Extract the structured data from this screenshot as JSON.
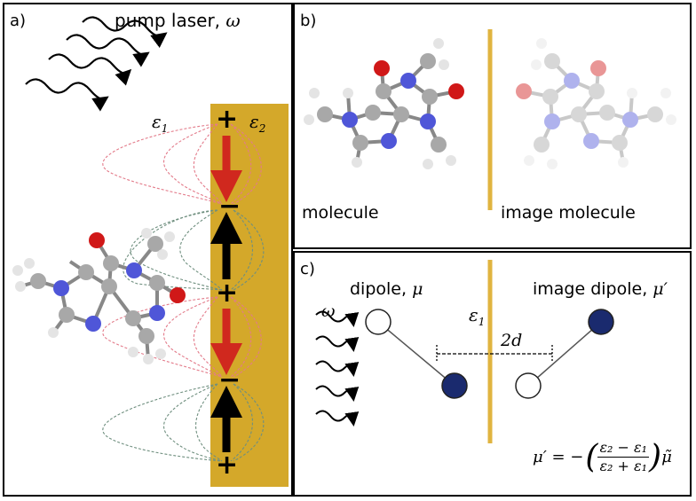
{
  "panel_a": {
    "label": "a)",
    "pump_text": "pump laser, ",
    "pump_omega": "ω",
    "eps1": "ε",
    "eps1_sub": "1",
    "eps2": "ε",
    "eps2_sub": "2",
    "charges": [
      "+",
      "−",
      "+",
      "−",
      "+"
    ]
  },
  "panel_b": {
    "label": "b)",
    "molecule_label": "molecule",
    "image_label": "image molecule"
  },
  "panel_c": {
    "label": "c)",
    "dipole_text": "dipole, ",
    "dipole_sym": "μ",
    "image_dipole_text": "image dipole, ",
    "image_dipole_sym": "μ′",
    "omega": "ω",
    "eps1": "ε",
    "eps1_sub": "1",
    "distance": "2d",
    "formula": "μ′ = −( (ε₂ − ε₁) / (ε₂ + ε₁) ) μ̃",
    "formula_lhs": "μ′ = −",
    "formula_num": "ε₂ − ε₁",
    "formula_den": "ε₂ + ε₁",
    "formula_rhs": "μ̃"
  },
  "colors": {
    "substrate": "#d4a82a",
    "substrate_line": "#e0b440",
    "red_arrow": "#d0281e",
    "oxygen": "#d01818",
    "nitrogen": "#4f56d8",
    "carbon": "#a8a8a8",
    "hydrogen": "#e4e4e4",
    "dipole_fill": "#1a2a6e",
    "field_red": "#e37b8a",
    "field_green": "#6f8f7f"
  }
}
